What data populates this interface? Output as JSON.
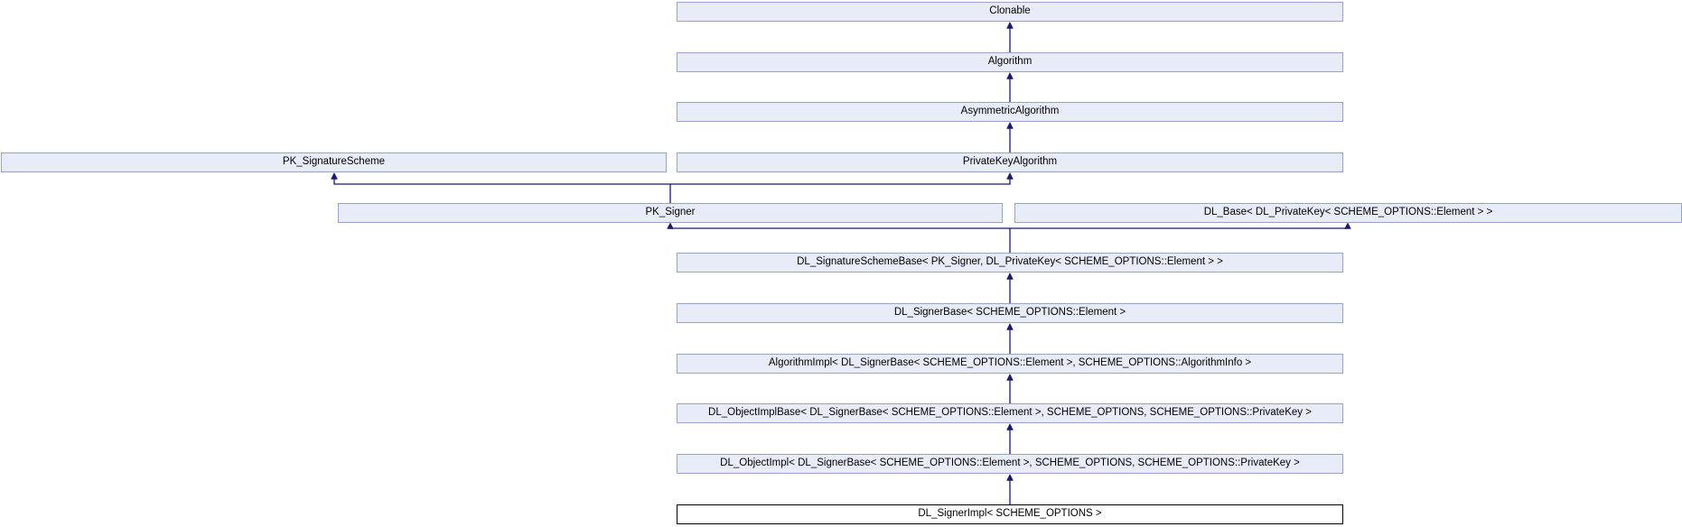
{
  "diagram": {
    "type": "class-inheritance-graph",
    "current_class": "DL_SignerImpl< SCHEME_OPTIONS >",
    "colors": {
      "node_fill": "#e8ecf8",
      "node_border": "#95a5c7",
      "edge": "#191970",
      "current_node_fill": "#ffffff",
      "current_node_border": "#000000",
      "text": "#000000",
      "background": "#ffffff"
    },
    "nodes": {
      "clonable": {
        "label": "Clonable"
      },
      "algorithm": {
        "label": "Algorithm"
      },
      "asymmetric_algorithm": {
        "label": "AsymmetricAlgorithm"
      },
      "pk_signature_scheme": {
        "label": "PK_SignatureScheme"
      },
      "private_key_algorithm": {
        "label": "PrivateKeyAlgorithm"
      },
      "pk_signer": {
        "label": "PK_Signer"
      },
      "dl_base": {
        "label": "DL_Base< DL_PrivateKey< SCHEME_OPTIONS::Element > >"
      },
      "dl_signature_scheme_base": {
        "label": "DL_SignatureSchemeBase< PK_Signer, DL_PrivateKey< SCHEME_OPTIONS::Element > >"
      },
      "dl_signer_base": {
        "label": "DL_SignerBase< SCHEME_OPTIONS::Element >"
      },
      "algorithm_impl": {
        "label": "AlgorithmImpl< DL_SignerBase< SCHEME_OPTIONS::Element >, SCHEME_OPTIONS::AlgorithmInfo >"
      },
      "dl_object_impl_base": {
        "label": "DL_ObjectImplBase< DL_SignerBase< SCHEME_OPTIONS::Element >, SCHEME_OPTIONS, SCHEME_OPTIONS::PrivateKey >"
      },
      "dl_object_impl": {
        "label": "DL_ObjectImpl< DL_SignerBase< SCHEME_OPTIONS::Element >, SCHEME_OPTIONS, SCHEME_OPTIONS::PrivateKey >"
      },
      "dl_signer_impl": {
        "label": "DL_SignerImpl< SCHEME_OPTIONS >"
      }
    },
    "edges": [
      {
        "from": "algorithm",
        "to": "clonable"
      },
      {
        "from": "asymmetric_algorithm",
        "to": "algorithm"
      },
      {
        "from": "private_key_algorithm",
        "to": "asymmetric_algorithm"
      },
      {
        "from": "pk_signer",
        "to": "pk_signature_scheme"
      },
      {
        "from": "pk_signer",
        "to": "private_key_algorithm"
      },
      {
        "from": "dl_signature_scheme_base",
        "to": "pk_signer"
      },
      {
        "from": "dl_signature_scheme_base",
        "to": "dl_base"
      },
      {
        "from": "dl_signer_base",
        "to": "dl_signature_scheme_base"
      },
      {
        "from": "algorithm_impl",
        "to": "dl_signer_base"
      },
      {
        "from": "dl_object_impl_base",
        "to": "algorithm_impl"
      },
      {
        "from": "dl_object_impl",
        "to": "dl_object_impl_base"
      },
      {
        "from": "dl_signer_impl",
        "to": "dl_object_impl"
      }
    ]
  }
}
